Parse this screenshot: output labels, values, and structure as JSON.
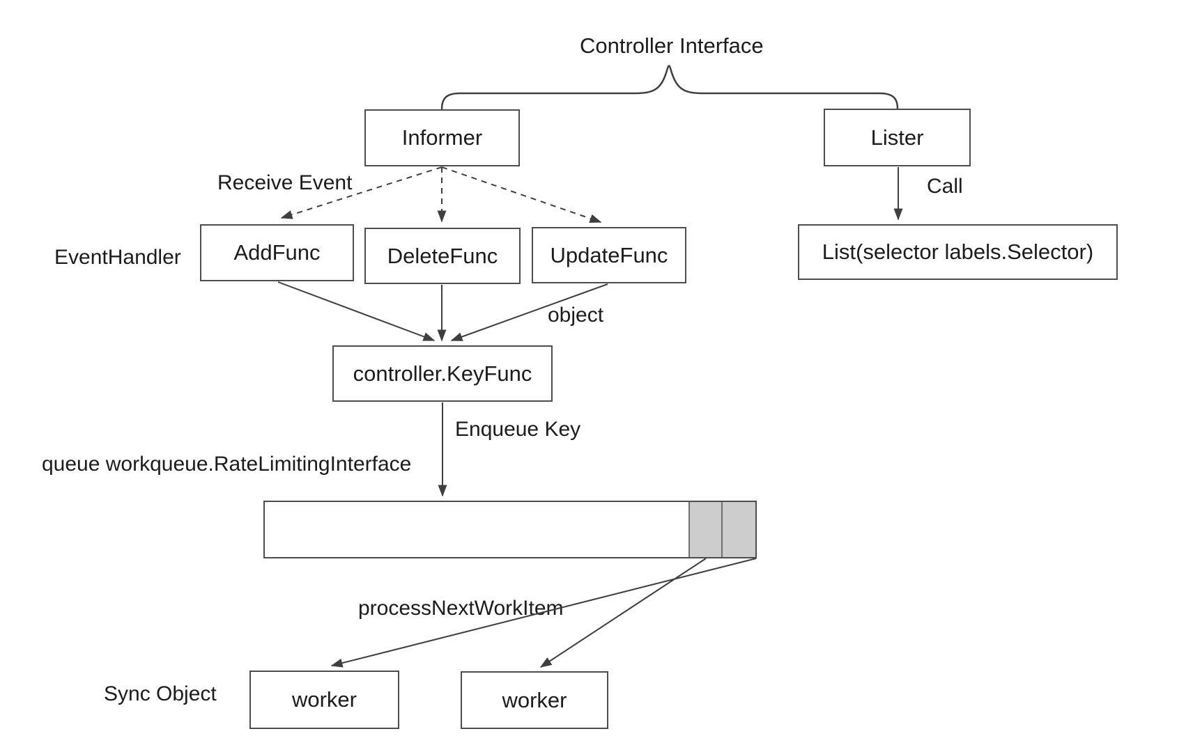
{
  "title": "Controller Interface",
  "nodes": {
    "informer": "Informer",
    "lister": "Lister",
    "add_func": "AddFunc",
    "delete_func": "DeleteFunc",
    "update_func": "UpdateFunc",
    "list_call": "List(selector labels.Selector)",
    "key_func": "controller.KeyFunc",
    "worker_1": "worker",
    "worker_2": "worker"
  },
  "labels": {
    "receive_event": "Receive Event",
    "event_handler": "EventHandler",
    "object": "object",
    "call": "Call",
    "enqueue_key": "Enqueue Key",
    "queue_type": "queue workqueue.RateLimitingInterface",
    "process_next_work_item": "processNextWorkItem",
    "sync_object": "Sync Object"
  },
  "colors": {
    "line": "#3f3f3f",
    "box_border": "#4d4d4d",
    "text": "#1c1c1c",
    "queue_cell_fill": "#cdcdcd",
    "background": "#ffffff"
  }
}
